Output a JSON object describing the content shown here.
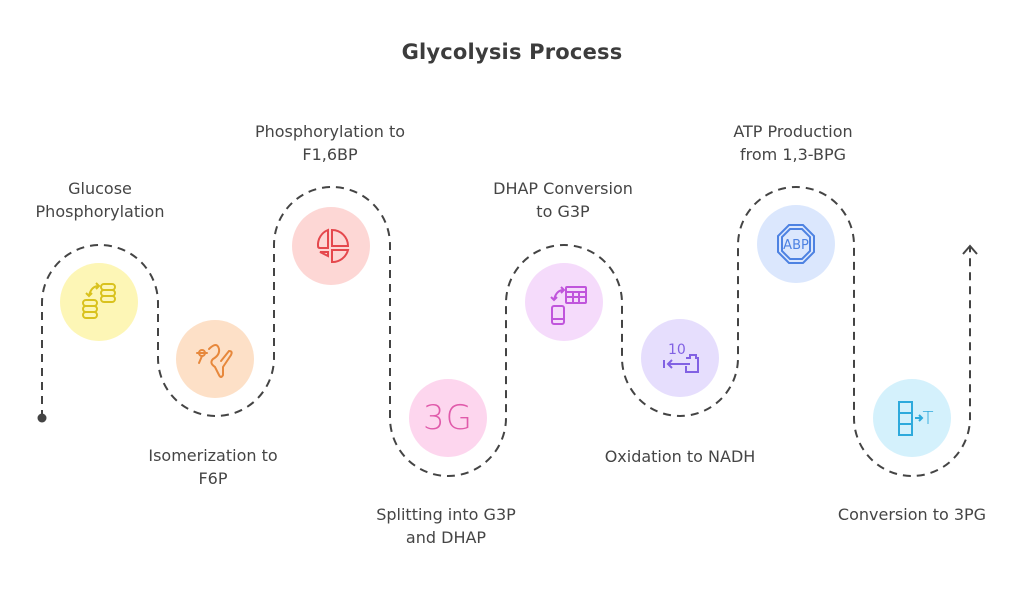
{
  "title": "Glycolysis Process",
  "steps": [
    {
      "label_line1": "Glucose",
      "label_line2": "Phosphorylation",
      "icon": "database-exchange-icon",
      "bg": "#fdf6b6",
      "fg": "#d9c21e"
    },
    {
      "label_line1": "Isomerization to",
      "label_line2": "F6P",
      "icon": "molecule-rearrange-icon",
      "bg": "#fde0c7",
      "fg": "#e7883c"
    },
    {
      "label_line1": "Phosphorylation to",
      "label_line2": "F1,6BP",
      "icon": "pie-split-icon",
      "bg": "#fdd7d5",
      "fg": "#e5484d"
    },
    {
      "label_line1": "Splitting into G3P",
      "label_line2": "and DHAP",
      "icon": "3g-text-icon",
      "icon_text": "3G",
      "bg": "#fdd6ee",
      "fg": "#e05aaa"
    },
    {
      "label_line1": "DHAP Conversion",
      "label_line2": "to G3P",
      "icon": "table-transfer-icon",
      "bg": "#f5dbfb",
      "fg": "#c055dc"
    },
    {
      "label_line1": "Oxidation to NADH",
      "label_line2": "",
      "icon": "number-transfer-icon",
      "icon_text": "10",
      "bg": "#e6defd",
      "fg": "#8161e3"
    },
    {
      "label_line1": "ATP Production",
      "label_line2": "from 1,3-BPG",
      "icon": "abp-octagon-icon",
      "icon_text": "ABP",
      "bg": "#dbe7fd",
      "fg": "#4d82e2"
    },
    {
      "label_line1": "Conversion to 3PG",
      "label_line2": "",
      "icon": "column-to-text-icon",
      "icon_text": "T",
      "bg": "#d4f1fc",
      "fg": "#2eaadc"
    }
  ],
  "colors": {
    "path": "#444444",
    "title": "#3c3c3c",
    "text": "#454545"
  }
}
